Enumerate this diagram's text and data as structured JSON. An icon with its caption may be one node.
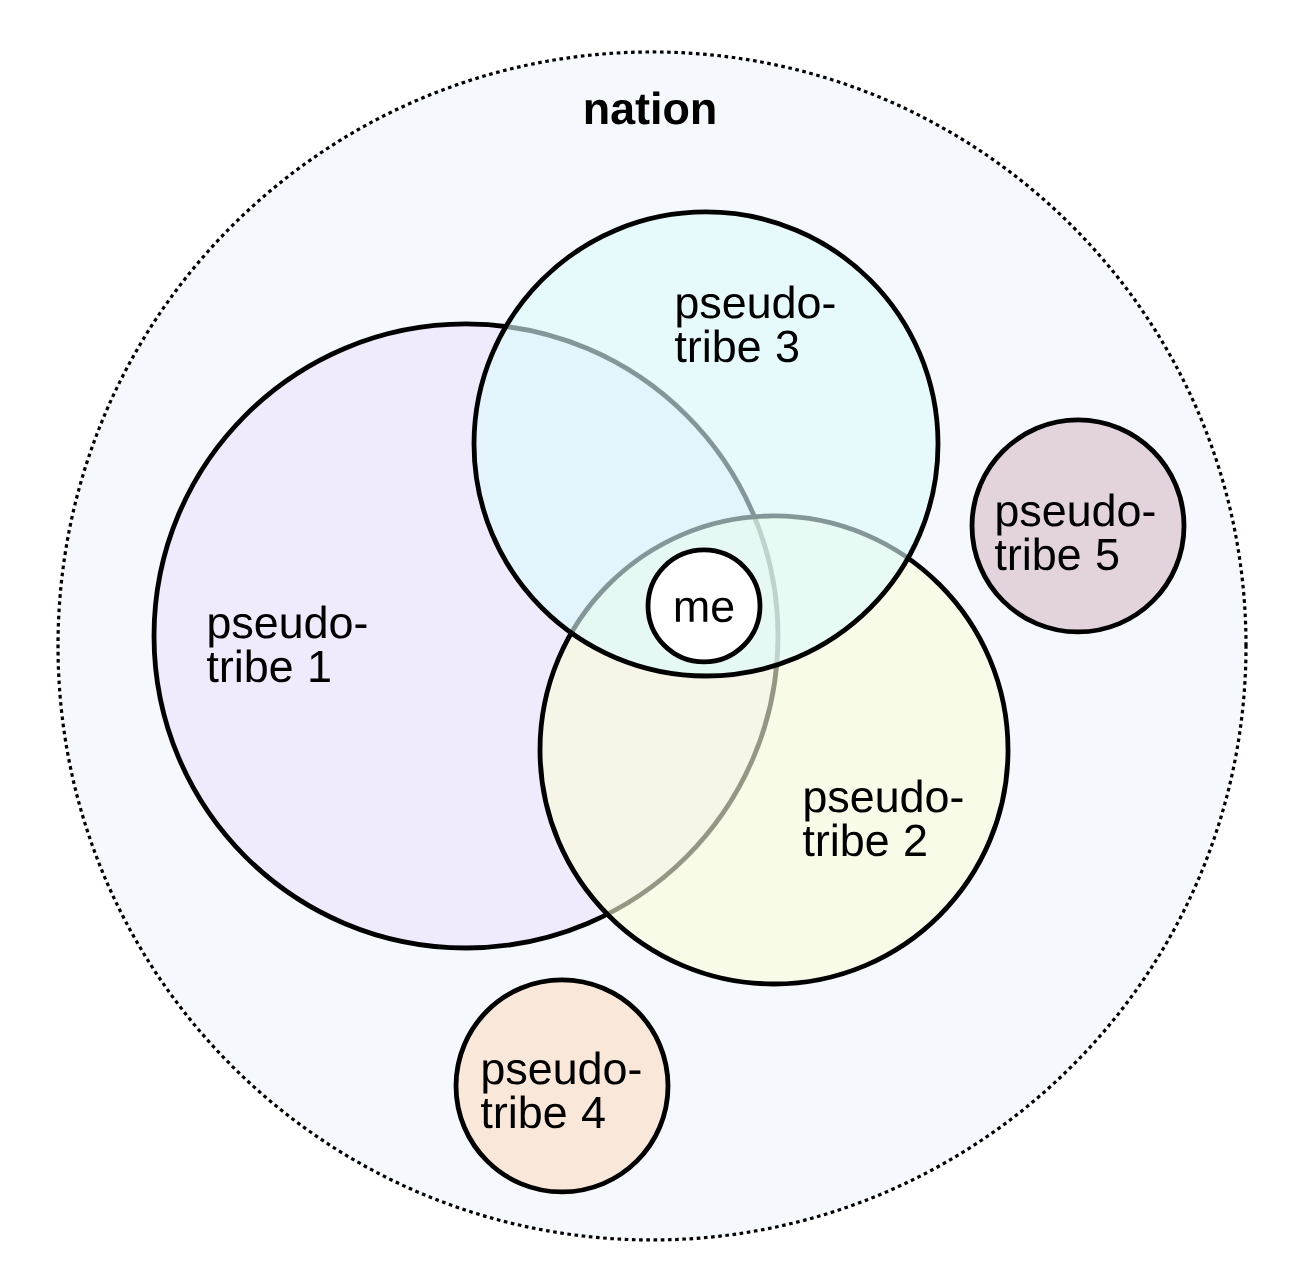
{
  "diagram": {
    "nodes": [
      {
        "text": [
          "nation"
        ]
      },
      {
        "text": [
          "pseudo- tribe 3"
        ],
        "in": 0
      },
      {
        "text": [
          "pseudo- tribe 5"
        ],
        "in": 0
      },
      {
        "text": [
          "pseudo- tribe 1"
        ],
        "in": 0
      },
      {
        "text": [
          "me"
        ]
      },
      {
        "text": [
          "pseudo- tribe 2"
        ],
        "in": 0
      },
      {
        "text": [
          "pseudo- tribe 4"
        ],
        "in": 0
      }
    ]
  }
}
